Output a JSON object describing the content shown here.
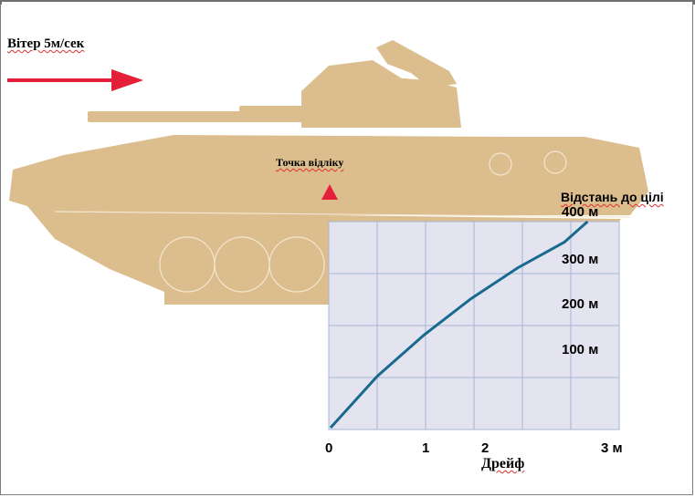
{
  "labels": {
    "wind": "Вітер 5м/сек",
    "origin": "Точка відліку",
    "distance_title": "Відстань до цілі",
    "drift": "Дрейф"
  },
  "colors": {
    "vehicle": "#dcbd8e",
    "arrow": "#e51e3a",
    "curve": "#1a6a8f",
    "plot_bg": "#e3e4ef",
    "grid": "#a9b5d4"
  },
  "chart_data": {
    "type": "line",
    "xlabel": "Дрейф",
    "ylabel": "Відстань до цілі",
    "x_ticks": [
      "0",
      "1",
      "2",
      "3 м"
    ],
    "y_ticks": [
      "100 м",
      "200 м",
      "300 м",
      "400 м"
    ],
    "xlim": [
      0,
      3
    ],
    "ylim": [
      0,
      400
    ],
    "grid": true,
    "series": [
      {
        "x": [
          0,
          0.5,
          1.0,
          1.5,
          2.0,
          2.5,
          2.75
        ],
        "y": [
          0,
          100,
          180,
          250,
          310,
          360,
          400
        ]
      }
    ]
  }
}
